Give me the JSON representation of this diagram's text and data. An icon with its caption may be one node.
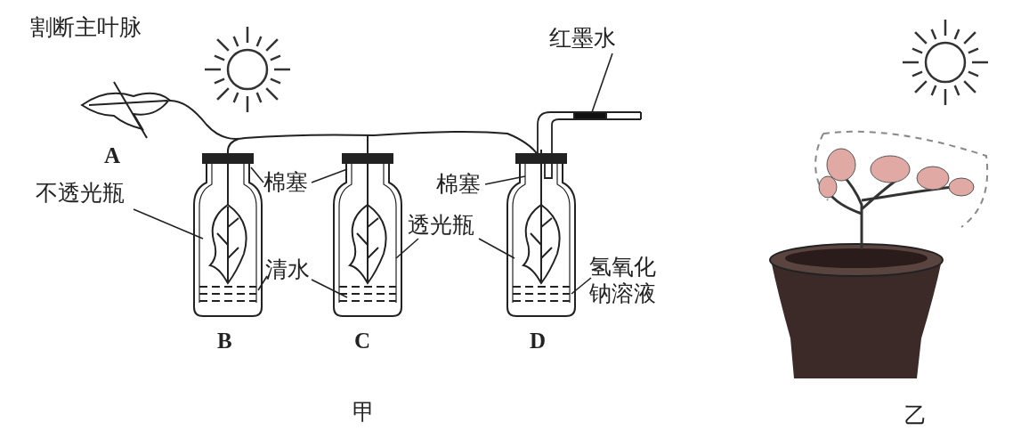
{
  "diagram": {
    "nodes": [
      {
        "text": [
          "棉塞"
        ]
      },
      {
        "text": [
          "不透光瓶"
        ]
      },
      {
        "text": [
          "清水"
        ]
      },
      {
        "text": [
          "透光瓶"
        ]
      },
      {
        "text": [
          "棉塞"
        ]
      },
      {
        "text": [
          "红墨水"
        ]
      },
      {
        "text": [
          "氢氧化钠溶液"
        ]
      }
    ],
    "edges": [
      {
        "from": 0,
        "to": null,
        "arrow": "none"
      },
      {
        "from": 0,
        "to": null,
        "arrow": "none"
      },
      {
        "from": 1,
        "to": null,
        "arrow": "none"
      },
      {
        "from": 2,
        "to": null,
        "arrow": "none"
      },
      {
        "from": 2,
        "to": null,
        "arrow": "none"
      },
      {
        "from": 3,
        "to": null,
        "arrow": "none"
      },
      {
        "from": 3,
        "to": null,
        "arrow": "none"
      },
      {
        "from": 4,
        "to": null,
        "arrow": "none"
      },
      {
        "from": 5,
        "to": null,
        "arrow": "none"
      },
      {
        "from": 6,
        "to": null,
        "arrow": "none"
      }
    ],
    "labels": [
      "割断主叶脉",
      "A",
      "B",
      "C",
      "D",
      "甲",
      "乙"
    ]
  }
}
